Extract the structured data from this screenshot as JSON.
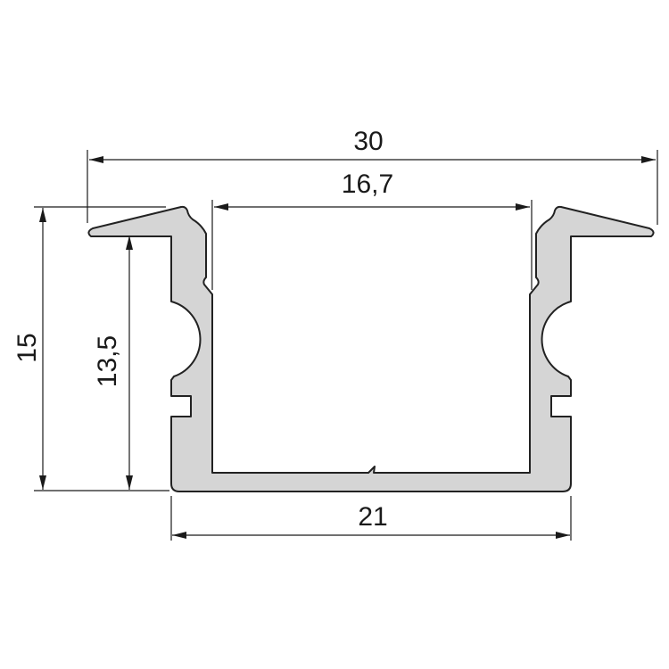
{
  "title": "LED profile cross-section",
  "colors": {
    "profile_fill": "#d5d5d5",
    "outline": "#222222"
  },
  "dimensions": {
    "overall_width": "30",
    "inner_width": "16,7",
    "overall_height": "15",
    "inner_height": "13,5",
    "base_width": "21"
  }
}
